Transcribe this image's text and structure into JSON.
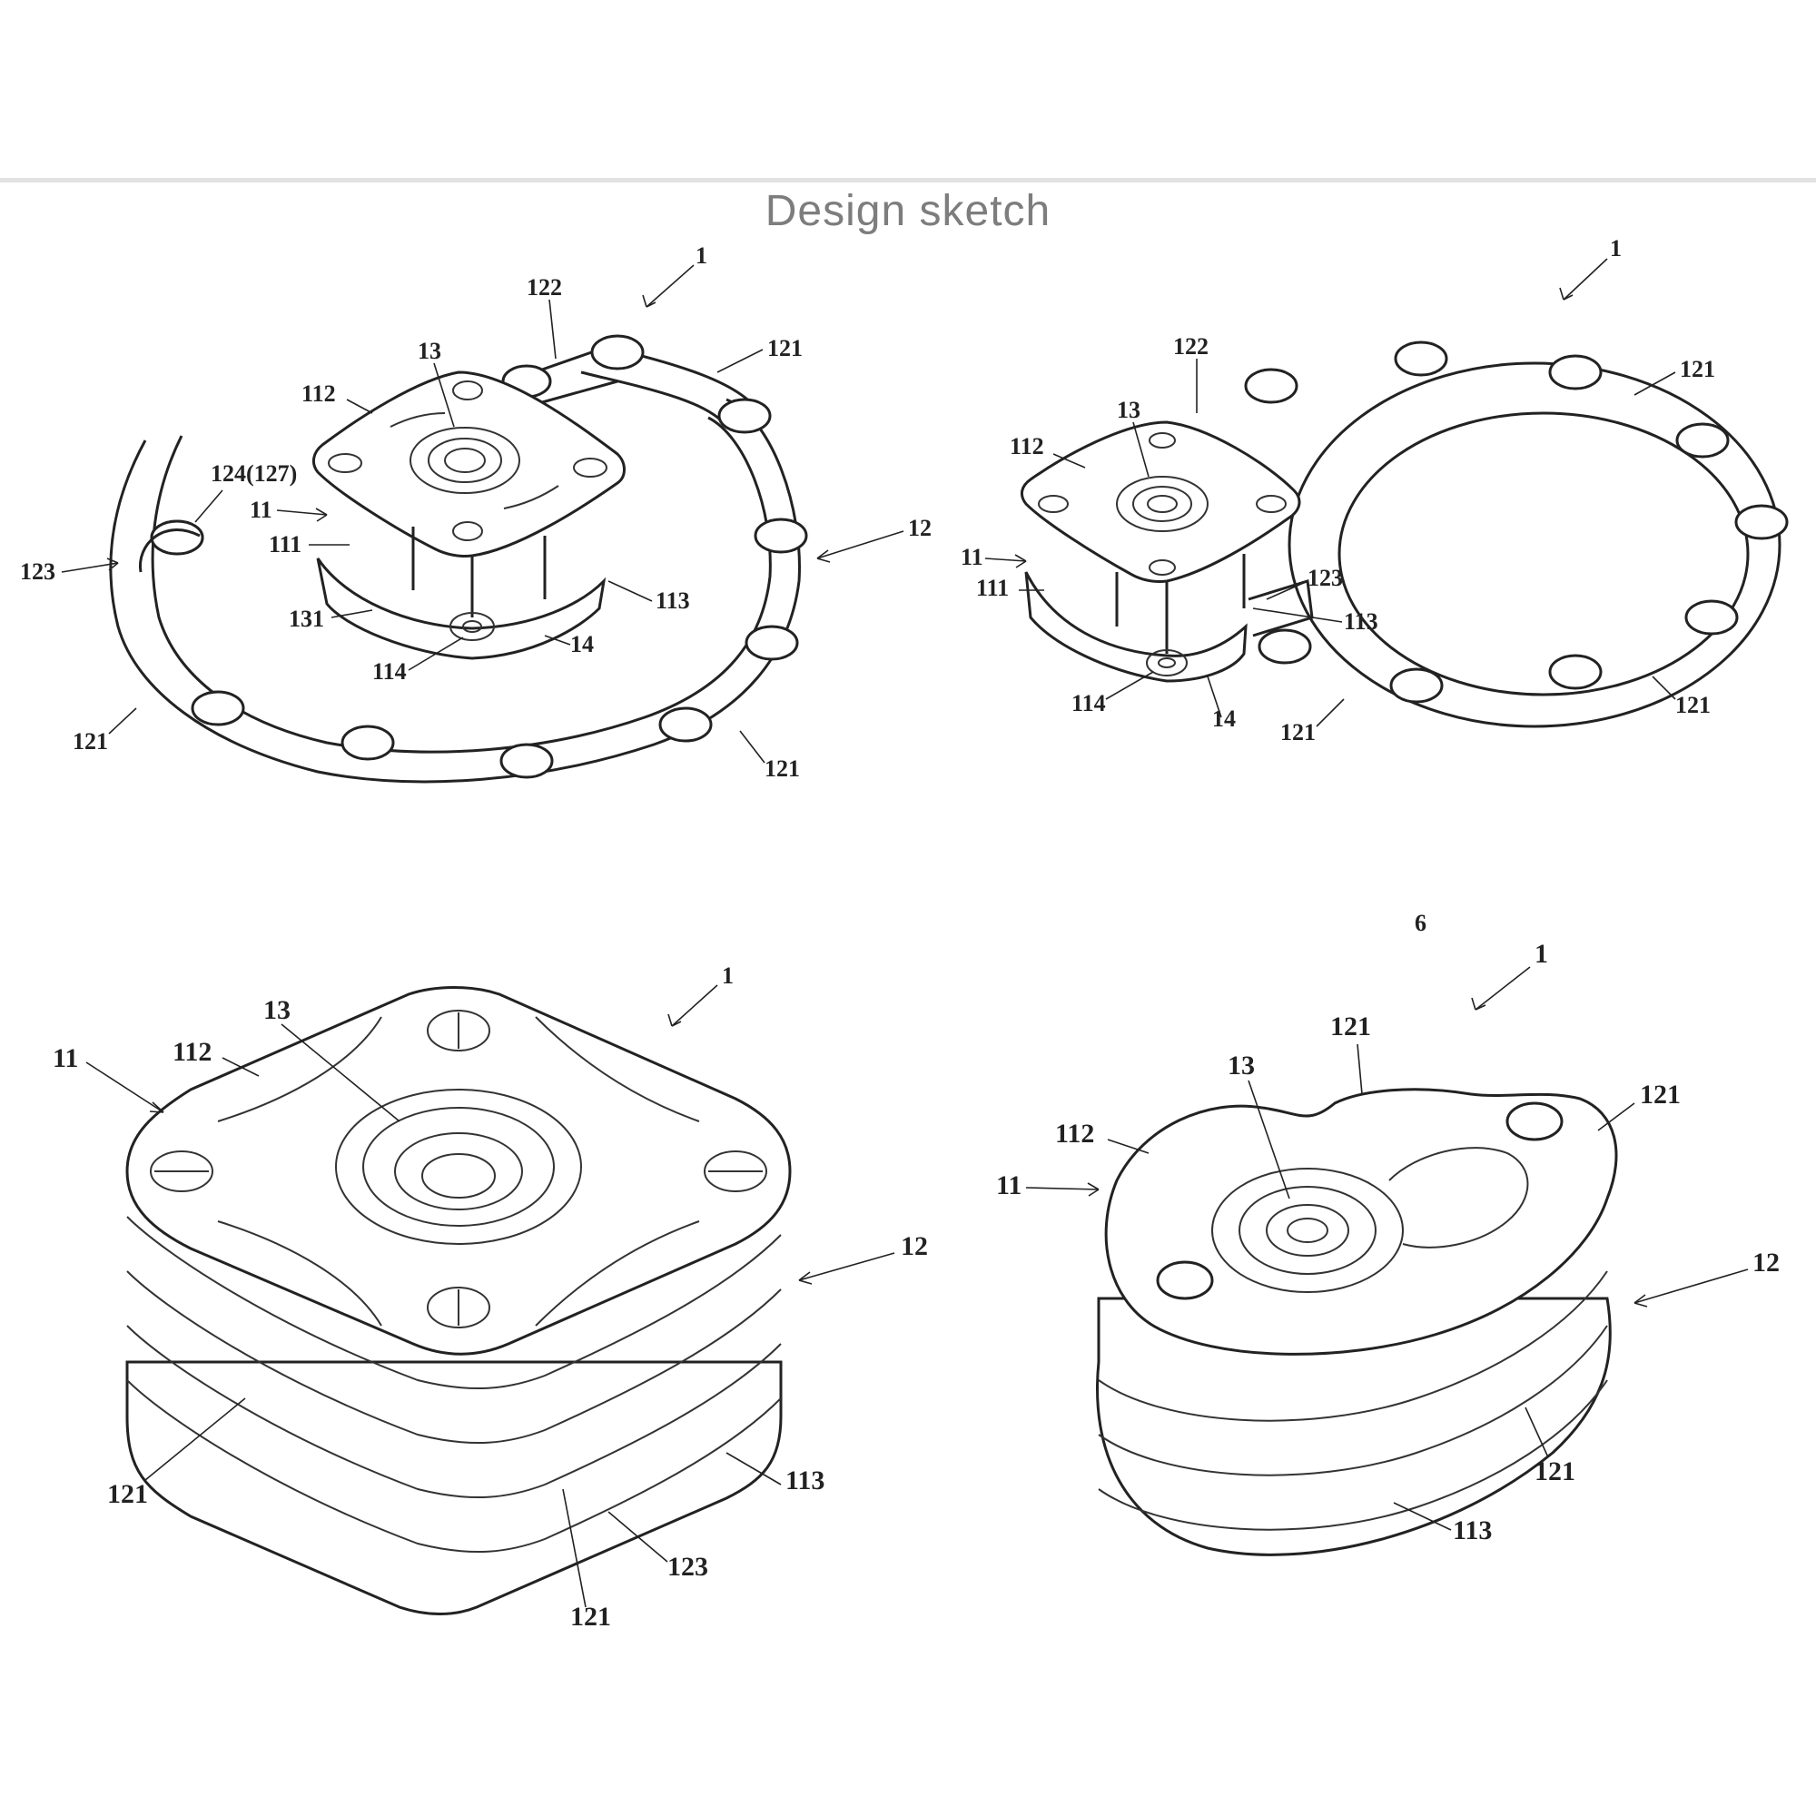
{
  "title": "Design sketch",
  "figures": [
    {
      "name": "unfolded-lock-left",
      "labels": [
        "1",
        "122",
        "121",
        "13",
        "112",
        "124(127)",
        "11",
        "111",
        "123",
        "131",
        "12",
        "113",
        "14",
        "114",
        "121",
        "121"
      ]
    },
    {
      "name": "unfolded-lock-right",
      "labels": [
        "1",
        "122",
        "121",
        "13",
        "112",
        "11",
        "111",
        "123",
        "113",
        "114",
        "14",
        "121",
        "121"
      ]
    },
    {
      "name": "folded-lock-square",
      "labels": [
        "1",
        "13",
        "11",
        "112",
        "12",
        "113",
        "121",
        "123",
        "121"
      ]
    },
    {
      "name": "folded-lock-round",
      "labels": [
        "6",
        "1",
        "121",
        "13",
        "121",
        "112",
        "11",
        "12",
        "121",
        "113"
      ]
    }
  ],
  "colors": {
    "line": "#222222",
    "title": "#7d7d7d",
    "divider": "#e2e2e2"
  }
}
